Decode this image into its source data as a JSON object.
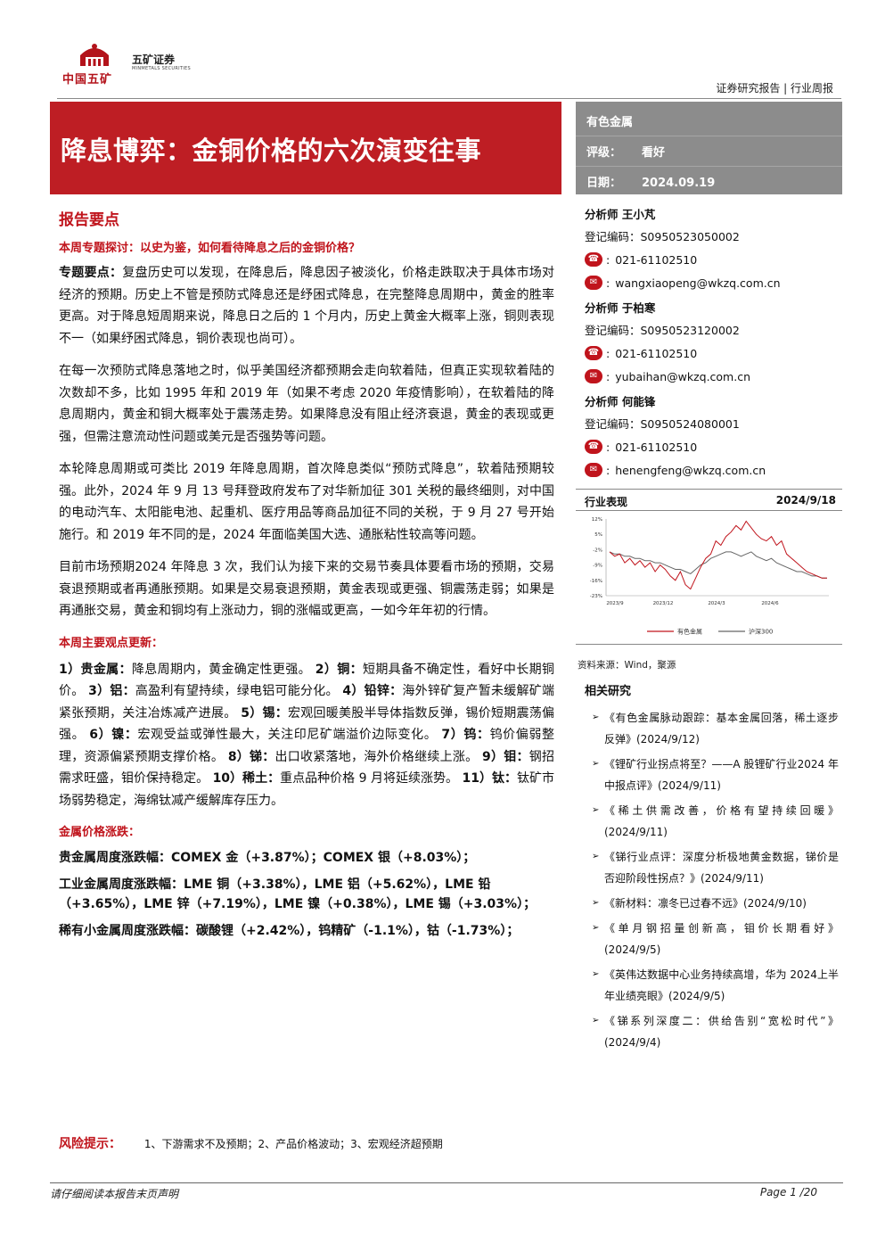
{
  "header": {
    "logo_cn": "中国五矿",
    "logo_brand": "五矿证券",
    "logo_en": "MINMETALS SECURITIES",
    "report_type": "证券研究报告 | 行业周报"
  },
  "title": "降息博弈：金铜价格的六次演变往事",
  "info": {
    "sector": "有色金属",
    "rating_label": "评级：",
    "rating": "看好",
    "date_label": "日期：",
    "date": "2024.09.19"
  },
  "main": {
    "section_title": "报告要点",
    "topic_title": "本周专题探讨：以史为鉴，如何看待降息之后的金铜价格？",
    "p1_bold": "专题要点：",
    "p1": "复盘历史可以发现，在降息后，降息因子被淡化，价格走跌取决于具体市场对经济的预期。历史上不管是预防式降息还是纾困式降息，在完整降息周期中，黄金的胜率更高。对于降息短周期来说，降息日之后的 1 个月内，历史上黄金大概率上涨，铜则表现不一（如果纾困式降息，铜价表现也尚可）。",
    "p2": "在每一次预防式降息落地之时，似乎美国经济都预期会走向软着陆，但真正实现软着陆的次数却不多，比如 1995 年和 2019 年（如果不考虑 2020 年疫情影响），在软着陆的降息周期内，黄金和铜大概率处于震荡走势。如果降息没有阻止经济衰退，黄金的表现或更强，但需注意流动性问题或美元是否强势等问题。",
    "p3": "本轮降息周期或可类比 2019 年降息周期，首次降息类似“预防式降息”，软着陆预期较强。此外，2024 年 9 月 13 号拜登政府发布了对华新加征 301 关税的最终细则，对中国的电动汽车、太阳能电池、起重机、医疗用品等商品加征不同的关税，于 9 月 27 号开始施行。和 2019 年不同的是，2024 年面临美国大选、通胀粘性较高等问题。",
    "p4": "目前市场预期2024 年降息 3 次，我们认为接下来的交易节奏具体要看市场的预期，交易衰退预期或者再通胀预期。如果是交易衰退预期，黄金表现或更强、铜震荡走弱；如果是再通胀交易，黄金和铜均有上涨动力，铜的涨幅或更高，一如今年年初的行情。",
    "views_title": "本周主要观点更新：",
    "views": [
      {
        "n": "1）",
        "k": "贵金属：",
        "t": "降息周期内，黄金确定性更强。"
      },
      {
        "n": "2）",
        "k": "铜：",
        "t": "短期具备不确定性，看好中长期铜价。"
      },
      {
        "n": "3）",
        "k": "铝：",
        "t": "高盈利有望持续，绿电铝可能分化。"
      },
      {
        "n": "4）",
        "k": "铅锌：",
        "t": "海外锌矿复产暂未缓解矿端紧张预期，关注冶炼减产进展。"
      },
      {
        "n": "5）",
        "k": "锡：",
        "t": "宏观回暖美股半导体指数反弹，锡价短期震荡偏强。"
      },
      {
        "n": "6）",
        "k": "镍：",
        "t": "宏观受益或弹性最大，关注印尼矿端溢价边际变化。"
      },
      {
        "n": "7）",
        "k": "钨：",
        "t": "钨价偏弱整理，资源偏紧预期支撑价格。"
      },
      {
        "n": "8）",
        "k": "锑：",
        "t": "出口收紧落地，海外价格继续上涨。"
      },
      {
        "n": "9）",
        "k": "钼：",
        "t": "钢招需求旺盛，钼价保持稳定。"
      },
      {
        "n": "10）",
        "k": "稀土：",
        "t": "重点品种价格 9 月将延续涨势。"
      },
      {
        "n": "11）",
        "k": "钛：",
        "t": "钛矿市场弱势稳定，海绵钛减产缓解库存压力。"
      }
    ],
    "price_title": "金属价格涨跌：",
    "price_lines": [
      "贵金属周度涨跌幅：COMEX 金（+3.87%）；COMEX 银（+8.03%）；",
      "工业金属周度涨跌幅：LME 铜（+3.38%），LME 铝（+5.62%），LME 铅（+3.65%），LME 锌（+7.19%），LME 镍（+0.38%），LME 锡（+3.03%）；",
      "稀有小金属周度涨跌幅：碳酸锂（+2.42%），钨精矿（-1.1%），钴（-1.73%）；"
    ]
  },
  "risk": {
    "label": "风险提示：",
    "text": "1、下游需求不及预期；2、产品价格波动；3、宏观经济超预期"
  },
  "analysts": [
    {
      "title": "分析师 王小芃",
      "reg": "登记编码：S0950523050002",
      "phone": "021-61102510",
      "email": "wangxiaopeng@wkzq.com.cn"
    },
    {
      "title": "分析师 于柏寒",
      "reg": "登记编码：S0950523120002",
      "phone": "021-61102510",
      "email": "yubaihan@wkzq.com.cn"
    },
    {
      "title": "分析师 何能锋",
      "reg": "登记编码：S0950524080001",
      "phone": "021-61102510",
      "email": "henengfeng@wkzq.com.cn"
    }
  ],
  "performance": {
    "title": "行业表现",
    "date": "2024/9/18",
    "source": "资料来源：Wind，聚源"
  },
  "chart_data": {
    "type": "line",
    "x": [
      "2023/9",
      "2023/12",
      "2024/3",
      "2024/6"
    ],
    "ylim": [
      -23,
      12
    ],
    "yticks": [
      "12%",
      "5%",
      "-2%",
      "-9%",
      "-16%",
      "-23%"
    ],
    "series": [
      {
        "name": "有色金属",
        "color": "#c0141c",
        "values": [
          -3,
          -5,
          -4,
          -8,
          -6,
          -9,
          -7,
          -10,
          -8,
          -12,
          -9,
          -11,
          -14,
          -16,
          -12,
          -18,
          -20,
          -15,
          -10,
          -6,
          -4,
          2,
          0,
          4,
          6,
          9,
          7,
          11,
          8,
          5,
          3,
          2,
          4,
          0,
          2,
          -4,
          -6,
          -8,
          -10,
          -12,
          -13,
          -14,
          -15,
          -15
        ]
      },
      {
        "name": "沪深300",
        "color": "#666666",
        "values": [
          -3,
          -4,
          -4,
          -5,
          -5,
          -6,
          -6,
          -7,
          -7,
          -8,
          -8,
          -9,
          -10,
          -11,
          -11,
          -12,
          -13,
          -11,
          -9,
          -8,
          -6,
          -5,
          -4,
          -3,
          -3,
          -4,
          -5,
          -4,
          -3,
          -5,
          -6,
          -7,
          -6,
          -8,
          -9,
          -10,
          -11,
          -12,
          -12,
          -13,
          -14,
          -14,
          -15,
          -15
        ]
      }
    ]
  },
  "related": {
    "title": "相关研究",
    "items": [
      "《有色金属脉动跟踪：基本金属回落，稀土逐步反弹》(2024/9/12)",
      "《锂矿行业拐点将至？——A 股锂矿行业2024 年中报点评》(2024/9/11)",
      "《稀土供需改善，价格有望持续回暖》(2024/9/11)",
      "《锑行业点评：深度分析极地黄金数据，锑价是否迎阶段性拐点？》(2024/9/11)",
      "《新材料：凛冬已过春不远》(2024/9/10)",
      "《单月钢招量创新高，钼价长期看好》(2024/9/5)",
      "《英伟达数据中心业务持续高增，华为 2024上半年业绩亮眼》(2024/9/5)",
      "《锑系列深度二：供给告别“宽松时代”》(2024/9/4)"
    ]
  },
  "footer": {
    "left": "请仔细阅读本报告末页声明",
    "right": "Page  1 /20"
  },
  "colors": {
    "brand_red": "#be1e24",
    "info_gray": "#8c8c8c"
  }
}
